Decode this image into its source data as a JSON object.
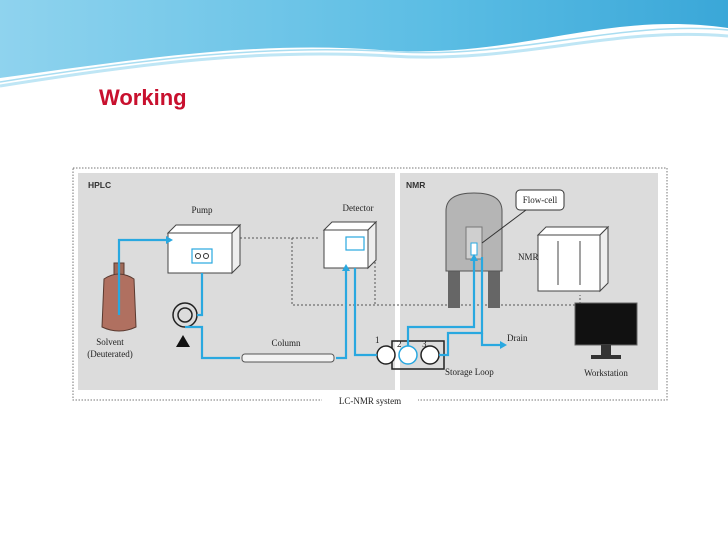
{
  "slide": {
    "title": "Working"
  },
  "diagram": {
    "sections": {
      "hplc": "HPLC",
      "nmr": "NMR"
    },
    "labels": {
      "pump": "Pump",
      "detector": "Detector",
      "solvent_line1": "Solvent",
      "solvent_line2": "(Deuterated)",
      "column": "Column",
      "flow_cell": "Flow-cell",
      "nmr_console": "NMR",
      "drain": "Drain",
      "storage_loop": "Storage Loop",
      "workstation": "Workstation",
      "system": "LC-NMR system",
      "port1": "1",
      "port2": "2",
      "port3": "3"
    },
    "colors": {
      "flow": "#29a8e0",
      "panel": "#dcdcdc",
      "title": "#c8102e",
      "wave": "#5bbde4"
    }
  }
}
